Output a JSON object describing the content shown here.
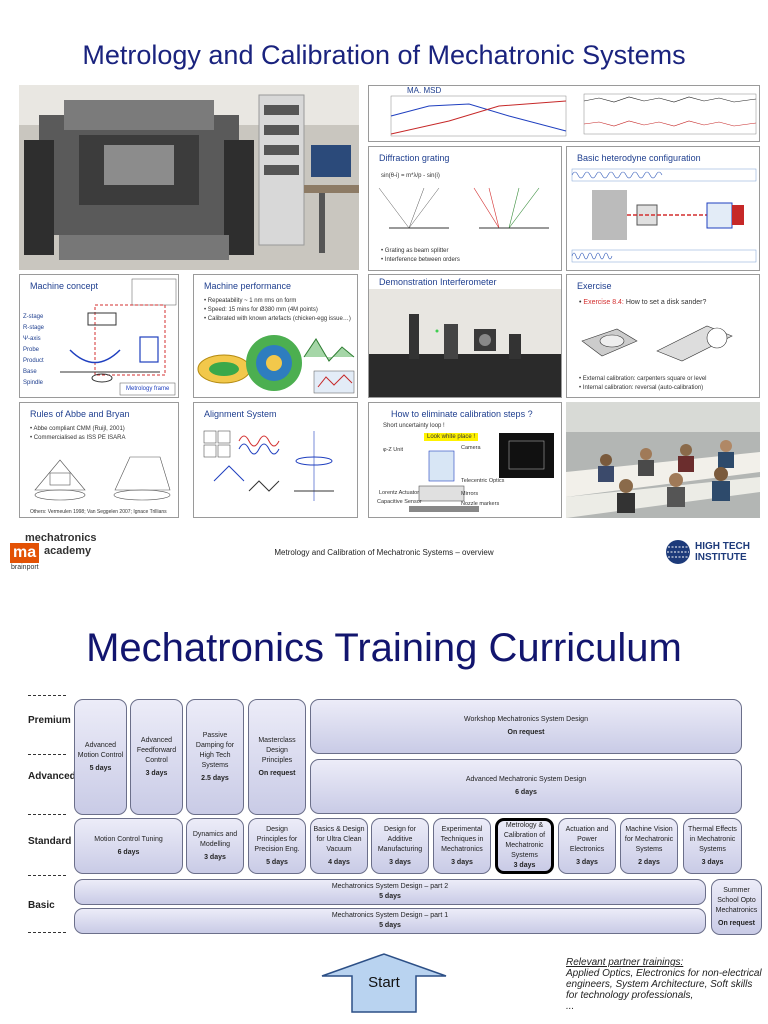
{
  "slide1": {
    "title": "Metrology and Calibration of Mechatronic Systems",
    "footer": "Metrology and Calibration of Mechatronic Systems – overview",
    "logo_left": {
      "line1": "mechatronics",
      "mark": "ma",
      "line2": "academy",
      "line3": "brainport"
    },
    "logo_right": {
      "line1": "HIGH TECH",
      "line2": "INSTITUTE"
    },
    "thumbs": {
      "graph": {
        "label": "MA. MSD"
      },
      "diffraction": {
        "title": "Diffraction grating",
        "formula": "sin(θ-i) = m*λ/p - sin(i)",
        "items": [
          "Grating as beam splitter",
          "Interference between orders"
        ]
      },
      "heterodyne": {
        "title": "Basic heterodyne configuration"
      },
      "machine_concept": {
        "title": "Machine concept",
        "labels": [
          "Z-stage",
          "R-stage",
          "Ψ-axis",
          "Probe",
          "Product",
          "Base",
          "Spindle"
        ],
        "frame": "Metrology frame"
      },
      "performance": {
        "title": "Machine performance",
        "items": [
          "Repeatability ~ 1 nm rms on form",
          "Speed: 15 mins for Ø380 mm (4M points)",
          "Calibrated with known artefacts (chicken-egg issue…)"
        ]
      },
      "demo": {
        "title": "Demonstration Interferometer"
      },
      "exercise": {
        "title": "Exercise",
        "task_label": "Exercise 8.4:",
        "task": "How to set a disk sander?",
        "items": [
          "External calibration: carpenters square or level",
          "Internal calibration:  reversal  (auto-calibration)"
        ]
      },
      "abbe": {
        "title": "Rules of Abbe and Bryan",
        "items": [
          "Abbe compliant CMM (Ruijl, 2001)",
          "Commercialised as ISS PE ISARA"
        ],
        "foot": "Others: Vermeulen 1998; Van Seggelen 2007; Ignace Trillians"
      },
      "alignment": {
        "title": "Alignment System"
      },
      "eliminate": {
        "title": "How to eliminate calibration steps ?",
        "sub": "Short uncertainty loop !",
        "callout": "Look white place !",
        "labels": [
          "φ-Z Unit",
          "Camera",
          "Telecentric Optics",
          "Lorentz Actuator",
          "Capacitive Sensor",
          "Mirrors",
          "Nozzle markers"
        ]
      }
    }
  },
  "slide2": {
    "title": "Mechatronics Training Curriculum",
    "levels": [
      "Premium",
      "Advanced",
      "Standard",
      "Basic"
    ],
    "courses": {
      "adv_motion": {
        "title": "Advanced Motion Control",
        "days": "5 days"
      },
      "adv_ff": {
        "title": "Advanced Feedforward Control",
        "days": "3 days"
      },
      "passive": {
        "title": "Passive Damping for High Tech Systems",
        "days": "2.5 days"
      },
      "masterclass": {
        "title": "Masterclass Design Principles",
        "days": "On request"
      },
      "workshop": {
        "title": "Workshop Mechatronics System Design",
        "days": "On request"
      },
      "adv_msd": {
        "title": "Advanced Mechatronic System Design",
        "days": "6 days"
      },
      "motion": {
        "title": "Motion Control Tuning",
        "days": "6 days"
      },
      "dynamics": {
        "title": "Dynamics and Modelling",
        "days": "3 days"
      },
      "design_principles": {
        "title": "Design Principles for Precision Eng.",
        "days": "5 days"
      },
      "basics_clean": {
        "title": "Basics & Design for Ultra Clean Vacuum",
        "days": "4 days"
      },
      "additive": {
        "title": "Design for Additive Manufacturing",
        "days": "3 days"
      },
      "experimental": {
        "title": "Experimental Techniques in Mechatronics",
        "days": "3 days"
      },
      "metrology": {
        "title": "Metrology & Calibration of Mechatronic Systems",
        "days": "3 days"
      },
      "actuation": {
        "title": "Actuation and Power Electronics",
        "days": "3 days"
      },
      "vision": {
        "title": "Machine Vision for Mechatronic Systems",
        "days": "2 days"
      },
      "thermal": {
        "title": "Thermal Effects in Mechatronic Systems",
        "days": "3 days"
      },
      "msd2": {
        "title": "Mechatronics System Design – part 2",
        "days": "5 days"
      },
      "msd1": {
        "title": "Mechatronics System Design – part 1",
        "days": "5 days"
      },
      "summer": {
        "title": "Summer School Opto Mechatronics",
        "days": "On request"
      }
    },
    "start": "Start",
    "partner_title": "Relevant partner trainings:",
    "partner_text": "Applied Optics, Electronics for non-electrical engineers, System Architecture, Soft skills for technology professionals,",
    "partner_more": "..."
  },
  "colors": {
    "title_blue": "#1a237e",
    "box_fill_top": "#ececf8",
    "box_fill_bottom": "#c9cbe6",
    "arrow_fill": "#b9d3f0"
  }
}
